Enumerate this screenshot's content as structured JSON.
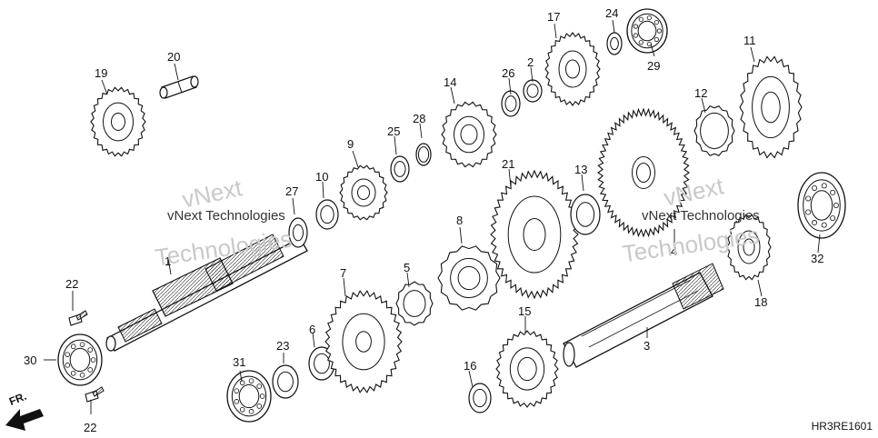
{
  "diagram": {
    "code": "HR3RE1601",
    "direction_label": "FR.",
    "watermarks": [
      "vNext Technologies",
      "vNext",
      "Technologies",
      "vNext Technologies",
      "vNext",
      "Technologies"
    ],
    "callouts": {
      "c1": "1",
      "c2": "2",
      "c3": "3",
      "c4": "4",
      "c5": "5",
      "c6": "6",
      "c7": "7",
      "c8": "8",
      "c9": "9",
      "c10": "10",
      "c11": "11",
      "c12": "12",
      "c13": "13",
      "c14": "14",
      "c15": "15",
      "c16": "16",
      "c17": "17",
      "c18": "18",
      "c19": "19",
      "c20": "20",
      "c21": "21",
      "c22a": "22",
      "c22b": "22",
      "c23": "23",
      "c24": "24",
      "c25": "25",
      "c26": "26",
      "c27": "27",
      "c28": "28",
      "c29": "29",
      "c30": "30",
      "c31": "31",
      "c32": "32"
    }
  }
}
